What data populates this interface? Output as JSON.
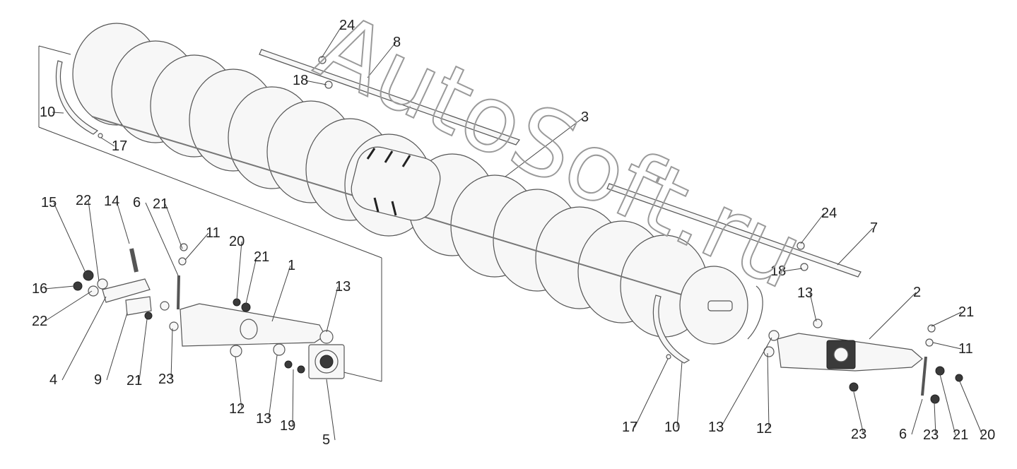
{
  "watermark": "AutoSoft.ru",
  "callouts": [
    {
      "id": "c24a",
      "text": "24"
    },
    {
      "id": "c8",
      "text": "8"
    },
    {
      "id": "c18a",
      "text": "18"
    },
    {
      "id": "c10a",
      "text": "10"
    },
    {
      "id": "c17a",
      "text": "17"
    },
    {
      "id": "c3",
      "text": "3"
    },
    {
      "id": "c15",
      "text": "15"
    },
    {
      "id": "c22a",
      "text": "22"
    },
    {
      "id": "c14",
      "text": "14"
    },
    {
      "id": "c6a",
      "text": "6"
    },
    {
      "id": "c21a",
      "text": "21"
    },
    {
      "id": "c11a",
      "text": "11"
    },
    {
      "id": "c20a",
      "text": "20"
    },
    {
      "id": "c21b",
      "text": "21"
    },
    {
      "id": "c1",
      "text": "1"
    },
    {
      "id": "c13a",
      "text": "13"
    },
    {
      "id": "c16",
      "text": "16"
    },
    {
      "id": "c22b",
      "text": "22"
    },
    {
      "id": "c4",
      "text": "4"
    },
    {
      "id": "c9",
      "text": "9"
    },
    {
      "id": "c21c",
      "text": "21"
    },
    {
      "id": "c23a",
      "text": "23"
    },
    {
      "id": "c12a",
      "text": "12"
    },
    {
      "id": "c13b",
      "text": "13"
    },
    {
      "id": "c19",
      "text": "19"
    },
    {
      "id": "c5",
      "text": "5"
    },
    {
      "id": "c24b",
      "text": "24"
    },
    {
      "id": "c7",
      "text": "7"
    },
    {
      "id": "c18b",
      "text": "18"
    },
    {
      "id": "c13c",
      "text": "13"
    },
    {
      "id": "c2",
      "text": "2"
    },
    {
      "id": "c21d",
      "text": "21"
    },
    {
      "id": "c11b",
      "text": "11"
    },
    {
      "id": "c17b",
      "text": "17"
    },
    {
      "id": "c10b",
      "text": "10"
    },
    {
      "id": "c13d",
      "text": "13"
    },
    {
      "id": "c12b",
      "text": "12"
    },
    {
      "id": "c23b",
      "text": "23"
    },
    {
      "id": "c6b",
      "text": "6"
    },
    {
      "id": "c23c",
      "text": "23"
    },
    {
      "id": "c21e",
      "text": "21"
    },
    {
      "id": "c20b",
      "text": "20"
    }
  ]
}
